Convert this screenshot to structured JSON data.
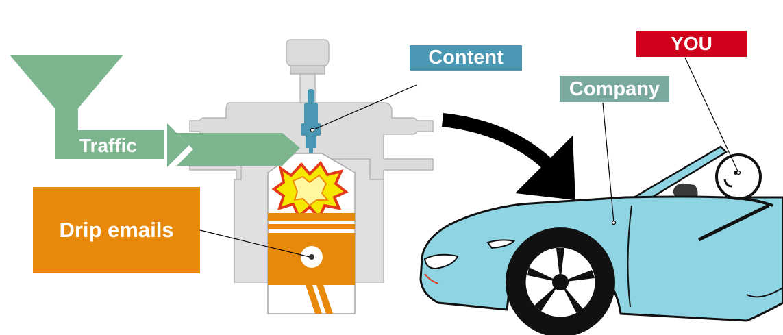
{
  "labels": {
    "content": "Content",
    "company": "Company",
    "you": "YOU",
    "drip_emails": "Drip emails",
    "traffic": "Traffic"
  },
  "colors": {
    "traffic_green": "#7db58f",
    "content_blue": "#4a97b3",
    "company_teal": "#7aa9a0",
    "you_red": "#d0021b",
    "drip_orange": "#e8890c",
    "engine_gray": "#dcdcdc",
    "engine_outline": "#b5b5b5",
    "car_blue": "#8fd4e3",
    "arrow_black": "#000000"
  },
  "icons": [
    "funnel-icon",
    "engine-icon",
    "spark-plug-icon",
    "explosion-icon",
    "piston-icon",
    "curved-arrow-icon",
    "car-icon",
    "driver-icon"
  ]
}
